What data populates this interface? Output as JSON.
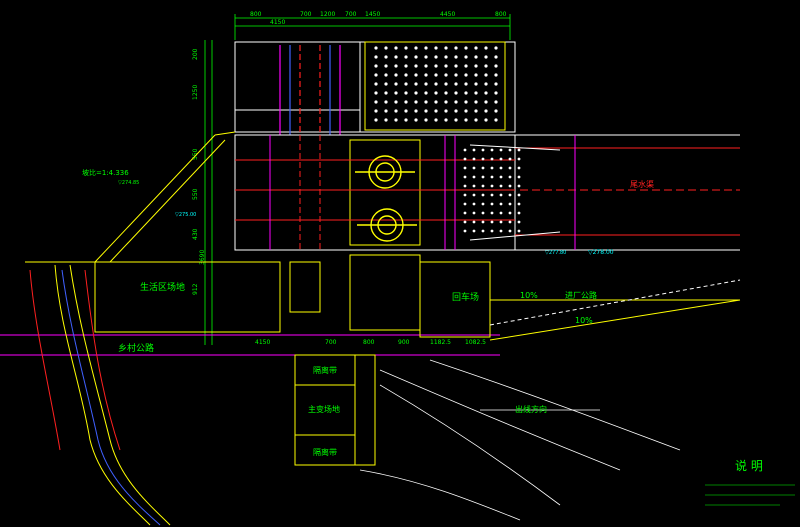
{
  "drawing": {
    "top_dimensions": [
      "800",
      "4150",
      "700",
      "1200",
      "700",
      "1450",
      "4450",
      "800"
    ],
    "bottom_dimensions": [
      "4150",
      "700",
      "800",
      "900",
      "1182.5",
      "1082.5"
    ],
    "left_dimensions": [
      "200",
      "1250",
      "550",
      "550",
      "430",
      "912",
      "3690"
    ],
    "label_pathway_area": "生活区场地",
    "label_return_yard": "回车场",
    "label_rural_road": "乡村公路",
    "label_plant_road": "进厂公路",
    "label_isolation_1": "隔离带",
    "label_main_transformer": "主变场地",
    "label_isolation_2": "隔离带",
    "label_outflow": "出线方向",
    "label_tailrace": "尾水渠",
    "label_notes_title": "说   明",
    "slope_main": "坡比=1:4.336",
    "slope_plant_road": "10%",
    "slope_plant_road_2": "10%",
    "elev_1": "▽274.85",
    "elev_2": "▽275.00",
    "elev_3": "▽278.00",
    "elev_4": "▽277.80",
    "colors": {
      "grid_yellow": "#ffff00",
      "wall_white": "#ffffff",
      "cyan": "#00ffff",
      "magenta": "#ff00ff",
      "red": "#ff2020",
      "green": "#00ff00",
      "blue": "#4060ff"
    }
  }
}
